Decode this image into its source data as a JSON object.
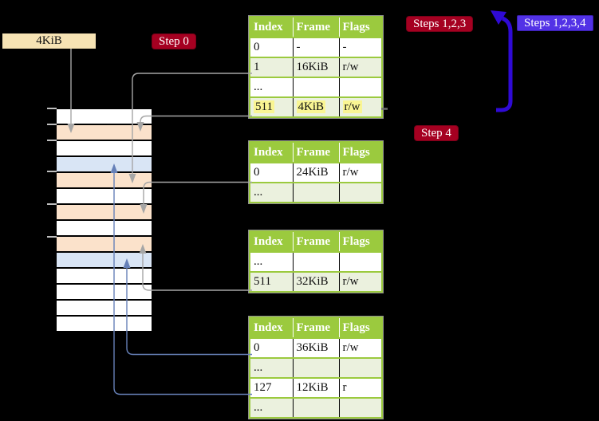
{
  "labels": {
    "frame_size": "4KiB"
  },
  "badges": {
    "step0": "Step 0",
    "steps123": "Steps 1,2,3",
    "steps1234": "Steps 1,2,3,4",
    "step4": "Step 4"
  },
  "tables": [
    {
      "name": "page-table-top",
      "headers": [
        "Index",
        "Frame",
        "Flags"
      ],
      "rows": [
        [
          "0",
          "-",
          "-"
        ],
        [
          "1",
          "16KiB",
          "r/w"
        ],
        [
          "...",
          "",
          ""
        ],
        [
          "511",
          "4KiB",
          "r/w"
        ]
      ],
      "highlight_row": 3
    },
    {
      "name": "page-table-second",
      "headers": [
        "Index",
        "Frame",
        "Flags"
      ],
      "rows": [
        [
          "0",
          "24KiB",
          "r/w"
        ],
        [
          "...",
          "",
          ""
        ]
      ]
    },
    {
      "name": "page-table-third",
      "headers": [
        "Index",
        "Frame",
        "Flags"
      ],
      "rows": [
        [
          "...",
          "",
          ""
        ],
        [
          "511",
          "32KiB",
          "r/w"
        ]
      ]
    },
    {
      "name": "page-table-bottom",
      "headers": [
        "Index",
        "Frame",
        "Flags"
      ],
      "rows": [
        [
          "0",
          "36KiB",
          "r/w"
        ],
        [
          "...",
          "",
          ""
        ],
        [
          "127",
          "12KiB",
          "r"
        ],
        [
          "...",
          "",
          ""
        ]
      ]
    }
  ],
  "memory": {
    "rows": [
      "white",
      "peach",
      "white",
      "blue",
      "peach",
      "white",
      "peach",
      "white",
      "peach",
      "blue",
      "white",
      "white",
      "white",
      "white"
    ]
  },
  "colors": {
    "background": "#000000",
    "badge_red": "#A50021",
    "badge_blue": "#5232E6",
    "big_arrow_blue": "#2F0AD6",
    "table_header_green": "#9BCA3E",
    "table_row_green": "#EBF1DE",
    "highlight_yellow": "#F9F593",
    "memory_peach": "#FBE2CB",
    "memory_blue": "#D9E5F5",
    "label_box_tan": "#F6E3B4",
    "connector_grey": "#A6A6A6",
    "connector_blue": "#6680B8"
  }
}
